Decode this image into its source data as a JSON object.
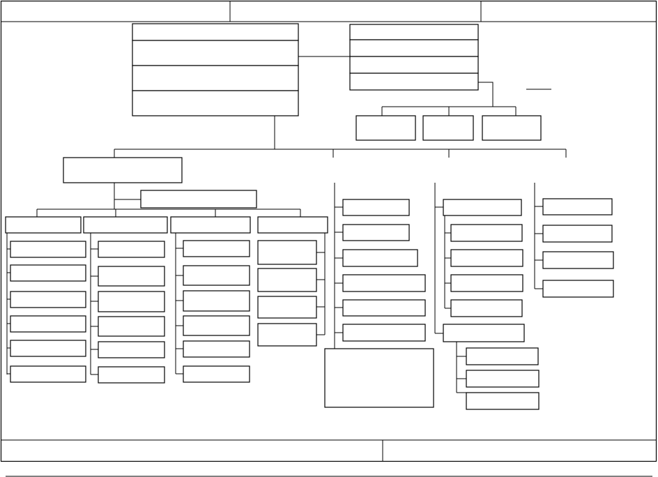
{
  "form": {
    "header_cells": [
      "",
      "",
      ""
    ],
    "footer_cells": [
      "",
      ""
    ]
  },
  "chart_data": {
    "type": "diagram",
    "kind": "organization-chart",
    "nodes": [
      {
        "id": "top-1",
        "label": ""
      },
      {
        "id": "top-2",
        "label": ""
      },
      {
        "id": "top-3",
        "label": ""
      },
      {
        "id": "top-4",
        "label": ""
      },
      {
        "id": "staff-1",
        "label": ""
      },
      {
        "id": "staff-2",
        "label": ""
      },
      {
        "id": "staff-3",
        "label": ""
      },
      {
        "id": "staff-4",
        "label": ""
      },
      {
        "id": "staff-sub-1",
        "label": ""
      },
      {
        "id": "staff-sub-2",
        "label": ""
      },
      {
        "id": "staff-sub-3",
        "label": ""
      },
      {
        "id": "div-1",
        "label": ""
      },
      {
        "id": "div-1-sub",
        "label": ""
      },
      {
        "id": "unit-a",
        "label": ""
      },
      {
        "id": "unit-b",
        "label": ""
      },
      {
        "id": "unit-c",
        "label": ""
      },
      {
        "id": "unit-d",
        "label": ""
      },
      {
        "id": "a-1",
        "label": ""
      },
      {
        "id": "a-2",
        "label": ""
      },
      {
        "id": "a-3",
        "label": ""
      },
      {
        "id": "a-4",
        "label": ""
      },
      {
        "id": "a-5",
        "label": ""
      },
      {
        "id": "a-6",
        "label": ""
      },
      {
        "id": "b-1",
        "label": ""
      },
      {
        "id": "b-2",
        "label": ""
      },
      {
        "id": "b-3",
        "label": ""
      },
      {
        "id": "b-4",
        "label": ""
      },
      {
        "id": "b-5",
        "label": ""
      },
      {
        "id": "b-6",
        "label": ""
      },
      {
        "id": "c-1",
        "label": ""
      },
      {
        "id": "c-2",
        "label": ""
      },
      {
        "id": "c-3",
        "label": ""
      },
      {
        "id": "c-4",
        "label": ""
      },
      {
        "id": "c-5",
        "label": ""
      },
      {
        "id": "c-6",
        "label": ""
      },
      {
        "id": "d-1",
        "label": ""
      },
      {
        "id": "d-2",
        "label": ""
      },
      {
        "id": "d-3",
        "label": ""
      },
      {
        "id": "d-4",
        "label": ""
      },
      {
        "id": "div-2-1",
        "label": ""
      },
      {
        "id": "div-2-2",
        "label": ""
      },
      {
        "id": "div-2-3",
        "label": ""
      },
      {
        "id": "div-2-4",
        "label": ""
      },
      {
        "id": "div-2-5",
        "label": ""
      },
      {
        "id": "div-2-6",
        "label": ""
      },
      {
        "id": "div-2-note",
        "label": ""
      },
      {
        "id": "div-3-head",
        "label": ""
      },
      {
        "id": "div-3-1",
        "label": ""
      },
      {
        "id": "div-3-2",
        "label": ""
      },
      {
        "id": "div-3-3",
        "label": ""
      },
      {
        "id": "div-3-4",
        "label": ""
      },
      {
        "id": "div-3-head-2",
        "label": ""
      },
      {
        "id": "div-3-5",
        "label": ""
      },
      {
        "id": "div-3-6",
        "label": ""
      },
      {
        "id": "div-3-7",
        "label": ""
      },
      {
        "id": "div-4-1",
        "label": ""
      },
      {
        "id": "div-4-2",
        "label": ""
      },
      {
        "id": "div-4-3",
        "label": ""
      },
      {
        "id": "div-4-4",
        "label": ""
      }
    ]
  }
}
